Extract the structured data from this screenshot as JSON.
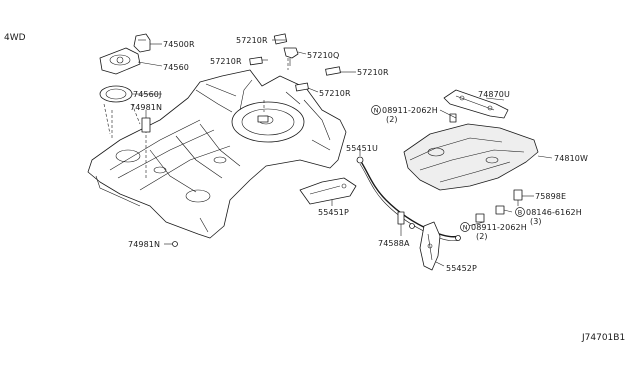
{
  "diagram": {
    "variant_label": "4WD",
    "diagram_id": "J74701B1",
    "labels": {
      "p74500R": "74500R",
      "p74560": "74560",
      "p74560J": "74560J",
      "p74981N_top": "74981N",
      "p74981N_bottom": "74981N",
      "p57210R_a": "57210R",
      "p57210Q": "57210Q",
      "p57210R_b": "57210R",
      "p57210R_c": "57210R",
      "p57210R_d": "57210R",
      "p74870U": "74870U",
      "p08911_top": "08911-2062H",
      "q08911_top": "(2)",
      "p74810W": "74810W",
      "p55451U": "55451U",
      "p55451P": "55451P",
      "p74588A": "74588A",
      "p75898E": "75898E",
      "p08146": "08146-6162H",
      "q08146": "(3)",
      "p08911_bottom": "08911-2062H",
      "q08911_bottom": "(2)",
      "p55452P": "55452P"
    },
    "symbols": {
      "n_top": "N",
      "b_mid": "B",
      "n_bottom": "N"
    }
  }
}
